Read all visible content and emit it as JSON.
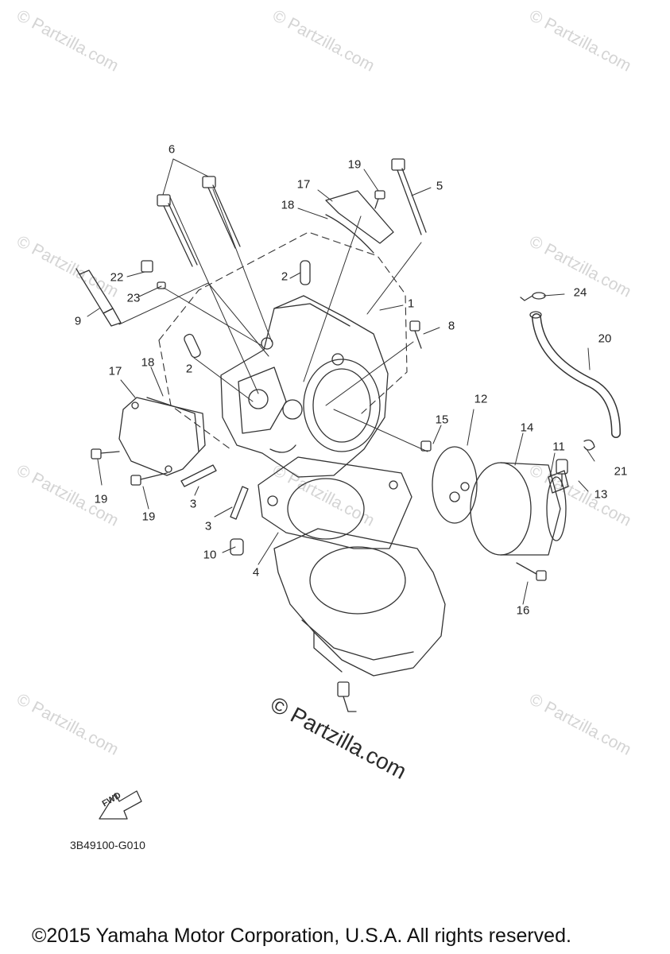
{
  "watermark": {
    "text": "© Partzilla.com"
  },
  "diagram": {
    "code": "3B49100-G010",
    "fwd_label": "FWD"
  },
  "callouts": [
    "1",
    "2",
    "2",
    "3",
    "3",
    "4",
    "5",
    "6",
    "8",
    "9",
    "10",
    "11",
    "12",
    "13",
    "14",
    "15",
    "16",
    "17",
    "17",
    "18",
    "18",
    "19",
    "19",
    "19",
    "20",
    "21",
    "22",
    "23",
    "24"
  ],
  "footer": {
    "copyright": "©2015 Yamaha Motor Corporation, U.S.A. All rights reserved."
  }
}
